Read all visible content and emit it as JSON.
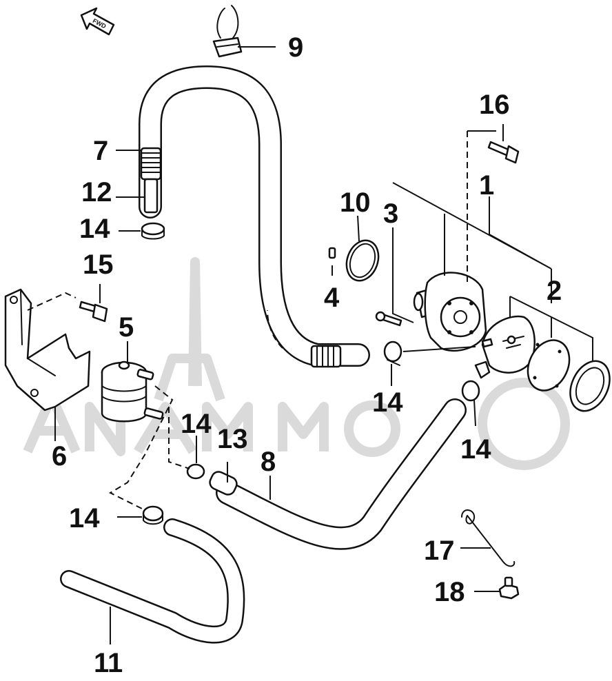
{
  "diagram": {
    "callouts": [
      {
        "id": "c1",
        "label": "1"
      },
      {
        "id": "c2",
        "label": "2"
      },
      {
        "id": "c3",
        "label": "3"
      },
      {
        "id": "c4",
        "label": "4"
      },
      {
        "id": "c5",
        "label": "5"
      },
      {
        "id": "c6",
        "label": "6"
      },
      {
        "id": "c7",
        "label": "7"
      },
      {
        "id": "c8",
        "label": "8"
      },
      {
        "id": "c9",
        "label": "9"
      },
      {
        "id": "c10",
        "label": "10"
      },
      {
        "id": "c11",
        "label": "11"
      },
      {
        "id": "c12",
        "label": "12"
      },
      {
        "id": "c13",
        "label": "13"
      },
      {
        "id": "c14a",
        "label": "14"
      },
      {
        "id": "c14b",
        "label": "14"
      },
      {
        "id": "c14c",
        "label": "14"
      },
      {
        "id": "c14d",
        "label": "14"
      },
      {
        "id": "c14e",
        "label": "14"
      },
      {
        "id": "c15",
        "label": "15"
      },
      {
        "id": "c16",
        "label": "16"
      },
      {
        "id": "c17",
        "label": "17"
      },
      {
        "id": "c18",
        "label": "18"
      }
    ],
    "front_arrow_label": "FWD",
    "colors": {
      "line": "#111111",
      "background": "#ffffff",
      "watermark": "#d6d6d6"
    }
  }
}
